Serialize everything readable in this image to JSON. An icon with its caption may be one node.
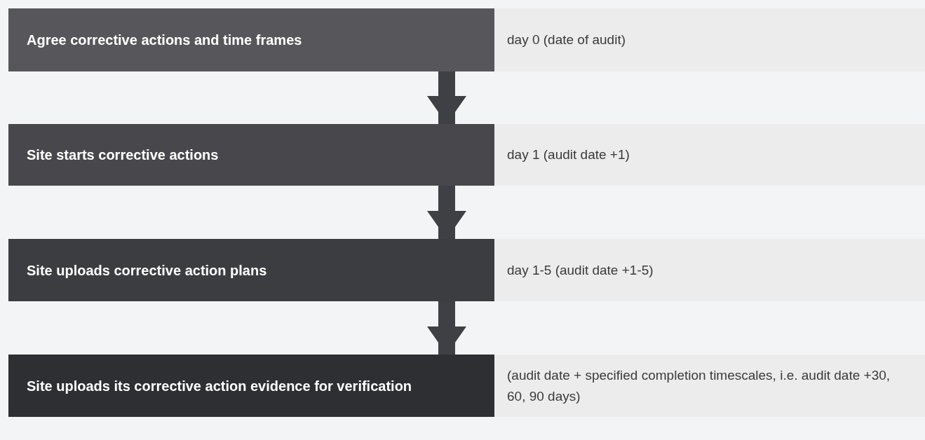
{
  "diagram": {
    "nodes": [
      {
        "text": [
          "Agree corrective actions and time frames"
        ]
      },
      {
        "text": [
          "day 0 (date of audit)"
        ]
      },
      {
        "text": [
          "Site starts corrective actions"
        ]
      },
      {
        "text": [
          "day 1 (audit date +1)"
        ]
      },
      {
        "text": [
          "Site uploads corrective action plans"
        ]
      },
      {
        "text": [
          "day 1-5 (audit date +1-5)"
        ]
      },
      {
        "text": [
          "Site uploads its corrective action evidence for verification"
        ]
      },
      {
        "text": [
          "(audit date + specified completion timescales, i.e. audit date +30, 60, 90 days)"
        ]
      }
    ],
    "edges": [
      {
        "from": 0,
        "to": 2,
        "arrow": "to"
      },
      {
        "from": 2,
        "to": 4,
        "arrow": "to"
      },
      {
        "from": 4,
        "to": 6,
        "arrow": "to"
      }
    ]
  }
}
